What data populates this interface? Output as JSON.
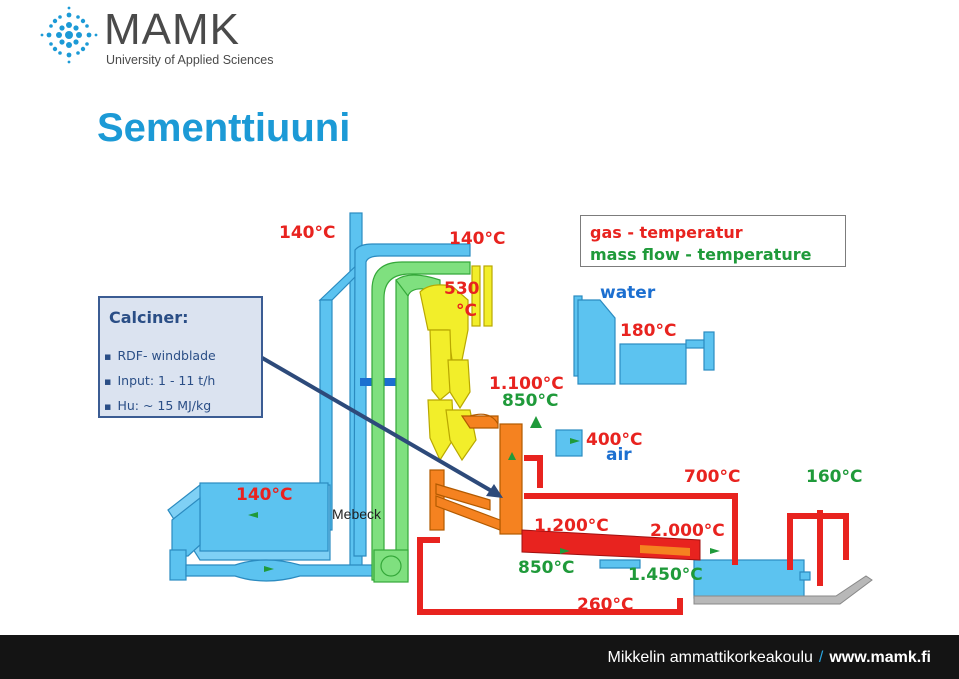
{
  "logo": {
    "name": "MAMK",
    "subtitle": "University of Applied Sciences",
    "mark_color": "#1c9ad6"
  },
  "slide_title": "Sementtiuuni",
  "legend": {
    "line1": "gas - temperatur",
    "line2": "mass flow - temperature"
  },
  "calciner": {
    "title": "Calciner:",
    "items": [
      "RDF- windblade",
      "Input: 1 - 11 t/h",
      "Hu: ~ 15 MJ/kg"
    ]
  },
  "labels": {
    "t140_top_left": "140°C",
    "t140_top_mid": "140°C",
    "t530": "530",
    "t530_unit": "°C",
    "water": "water",
    "t180": "180°C",
    "t1100": "1.100°C",
    "t850_a": "850°C",
    "t400": "400°C",
    "air": "air",
    "t700": "700°C",
    "t160": "160°C",
    "t140_filter": "140°C",
    "mebeck": "Mebeck",
    "t1200": "1.200°C",
    "t2000": "2.000°C",
    "t850_b": "850°C",
    "t1450": "1.450°C",
    "t260": "260°C"
  },
  "colors": {
    "gas_label": "#e8231f",
    "mass_label": "#1f9a3a",
    "blue_label": "#1c6fd0",
    "duct_blue": "#5cc3f0",
    "duct_green": "#7fe07f",
    "tower_yellow": "#f2ee2a",
    "calciner_orange": "#f58220",
    "kiln_red": "#e8231f"
  },
  "footer": {
    "org": "Mikkelin ammattikorkeakoulu",
    "separator": "/",
    "url": "www.mamk.fi"
  }
}
